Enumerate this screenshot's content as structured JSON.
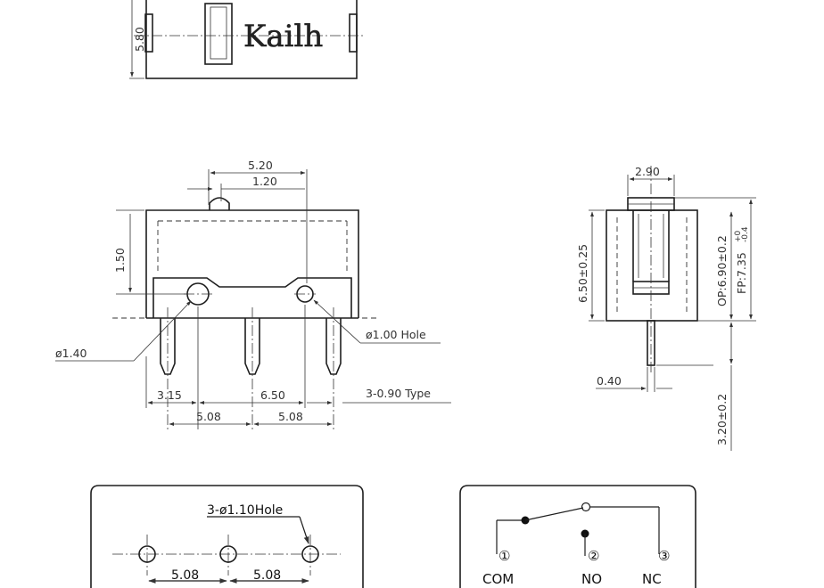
{
  "top_view": {
    "brand": "Kailh",
    "height_dim": "5.80"
  },
  "front_view": {
    "dims": {
      "width_520": "5.20",
      "offset_120": "1.20",
      "height_150": "1.50",
      "pin_dia": "ø1.40",
      "hole_dia": "ø1.00  Hole",
      "left_315": "3.15",
      "mid_650": "6.50",
      "pin_type": "3-0.90  Type",
      "pitch_a": "5.08",
      "pitch_b": "5.08"
    }
  },
  "side_view": {
    "dims": {
      "top_width": "2.90",
      "body_height": "6.50±0.25",
      "op": "OP:6.90±0.2",
      "fp_main": "FP:7.35",
      "fp_tol_upper": "+0",
      "fp_tol_lower": "-0.4",
      "pin_thickness": "0.40",
      "pin_length": "3.20±0.2"
    }
  },
  "pcb_layout": {
    "hole_label": "3-ø1.10Hole",
    "pitch_a": "5.08",
    "pitch_b": "5.08"
  },
  "schematic": {
    "pins": [
      {
        "num": "①",
        "name": "COM"
      },
      {
        "num": "②",
        "name": "NO"
      },
      {
        "num": "③",
        "name": "NC"
      }
    ]
  }
}
